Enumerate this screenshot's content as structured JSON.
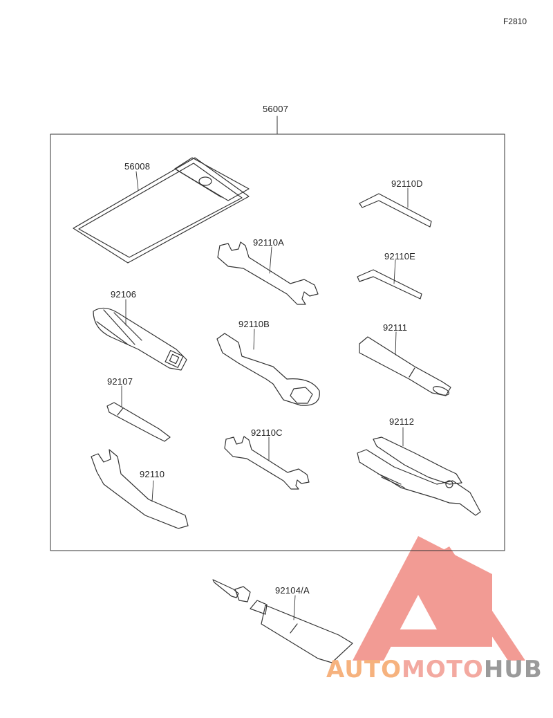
{
  "figure_code": "F2810",
  "kit_part": "56007",
  "parts": {
    "bag": "56008",
    "hex_small_d": "92110D",
    "wrench_a": "92110A",
    "hex_small_e": "92110E",
    "driver_handle": "92106",
    "box_wrench_b": "92110B",
    "extension_bar": "92111",
    "screwdriver_bit": "92107",
    "wrench_c": "92110C",
    "pliers": "92112",
    "hook_spanner": "92110",
    "tube_and_nozzle": "92104/A"
  },
  "watermark": {
    "part1": "AUTO",
    "part2": "MOTO",
    "part3": "HUB",
    "colors": {
      "triangle": "#f08a82",
      "auto": "#f6b27e",
      "moto": "#f3a9a0",
      "hub": "#9a9a9a"
    }
  }
}
